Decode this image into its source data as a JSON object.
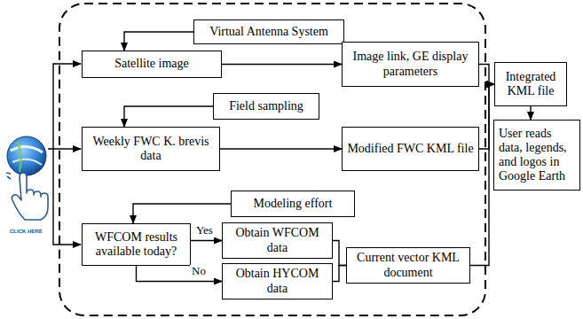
{
  "diagram": {
    "nodes": [
      {
        "text": [
          "Virtual Antenna System"
        ]
      },
      {
        "text": [
          "Satellite image"
        ]
      },
      {
        "text": [
          "Image link, GE display parameters"
        ]
      },
      {
        "text": [
          "Field sampling"
        ]
      },
      {
        "text": [
          "Weekly FWC K. brevis data"
        ]
      },
      {
        "text": [
          "Modified FWC KML file"
        ]
      },
      {
        "text": [
          "Modeling effort"
        ]
      },
      {
        "text": [
          "WFCOM results available today?"
        ]
      },
      {
        "text": [
          "Obtain WFCOM data"
        ]
      },
      {
        "text": [
          "Obtain HYCOM data"
        ]
      },
      {
        "text": [
          "Current vector KML document"
        ]
      },
      {
        "text": [
          "Integrated KML file"
        ]
      },
      {
        "text": [
          "User reads data, legends, and logos in Google Earth"
        ]
      }
    ],
    "edges": [
      {
        "from": 0,
        "to": 1,
        "arrow": "to"
      },
      {
        "from": 1,
        "to": 2,
        "arrow": "to"
      },
      {
        "from": 3,
        "to": 4,
        "arrow": "to"
      },
      {
        "from": 4,
        "to": 5,
        "arrow": "to"
      },
      {
        "from": 6,
        "to": 7,
        "arrow": "to"
      },
      {
        "from": 7,
        "to": 8,
        "label": "Yes",
        "arrow": "to"
      },
      {
        "from": 7,
        "to": 9,
        "label": "No",
        "arrow": "to"
      },
      {
        "from": 8,
        "to": 10,
        "arrow": "none"
      },
      {
        "from": 9,
        "to": 10,
        "arrow": "none"
      },
      {
        "from": 2,
        "to": 11,
        "arrow": "to"
      },
      {
        "from": 5,
        "to": 11,
        "arrow": "to"
      },
      {
        "from": 10,
        "to": 11,
        "arrow": "to"
      },
      {
        "from": 11,
        "to": 12,
        "arrow": "to"
      }
    ],
    "labels": [
      "CLICK HERE"
    ]
  }
}
